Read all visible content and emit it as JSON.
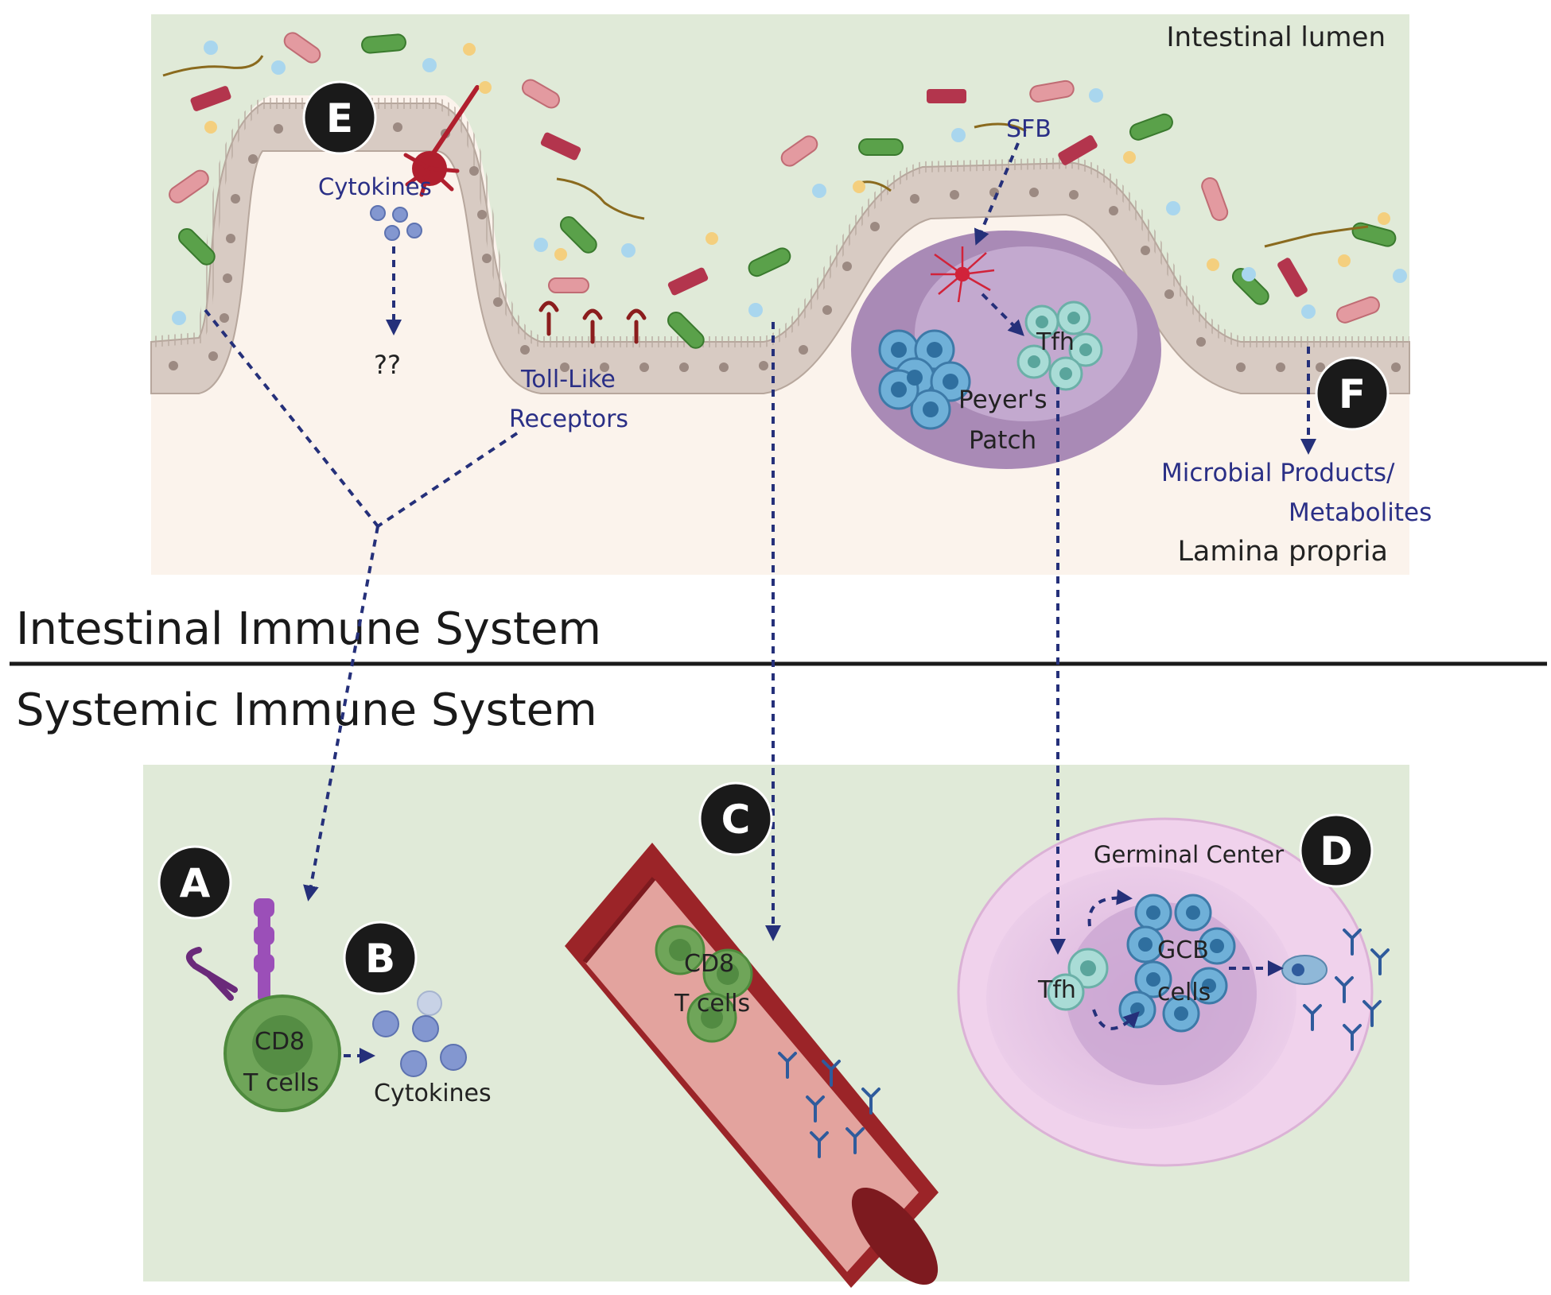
{
  "regions": {
    "lumen_label": "Intestinal lumen",
    "lamina_label": "Lamina propria",
    "intestinal_title": "Intestinal Immune System",
    "systemic_title": "Systemic Immune System"
  },
  "labels": {
    "cytokines_top": "Cytokines",
    "unknown": "??",
    "toll_like_1": "Toll-Like",
    "toll_like_2": "Receptors",
    "sfb": "SFB",
    "tfh_top": "Tfh",
    "peyers_1": "Peyer's",
    "peyers_2": "Patch",
    "microbial_1": "Microbial Products/",
    "microbial_2": "Metabolites",
    "cd8_a_1": "CD8",
    "cd8_a_2": "T cells",
    "cytokines_bottom": "Cytokines",
    "cd8_c_1": "CD8",
    "cd8_c_2": "T cells",
    "germinal_center": "Germinal Center",
    "tfh_bottom": "Tfh",
    "gcb_1": "GCB",
    "gcb_2": "cells"
  },
  "badges": {
    "a": "A",
    "b": "B",
    "c": "C",
    "d": "D",
    "e": "E",
    "f": "F"
  },
  "colors": {
    "lumen_bg": "#e0ead8",
    "lamina_bg": "#fbf3ec",
    "systemic_bg": "#e0ead8",
    "epithelium": "#d8cbc3",
    "arrow": "#25307a",
    "label_blue": "#2a2f86",
    "vessel": "#9b2428",
    "peyer": "#a98ab6",
    "t_cell_green": "#6fa559",
    "b_cell_blue": "#6fb0d8"
  },
  "icons": [
    "dendritic-cell-icon",
    "bacteria-icon",
    "toll-like-receptor-icon",
    "antibody-icon",
    "t-cell-receptor-icon",
    "cytokine-icon"
  ]
}
